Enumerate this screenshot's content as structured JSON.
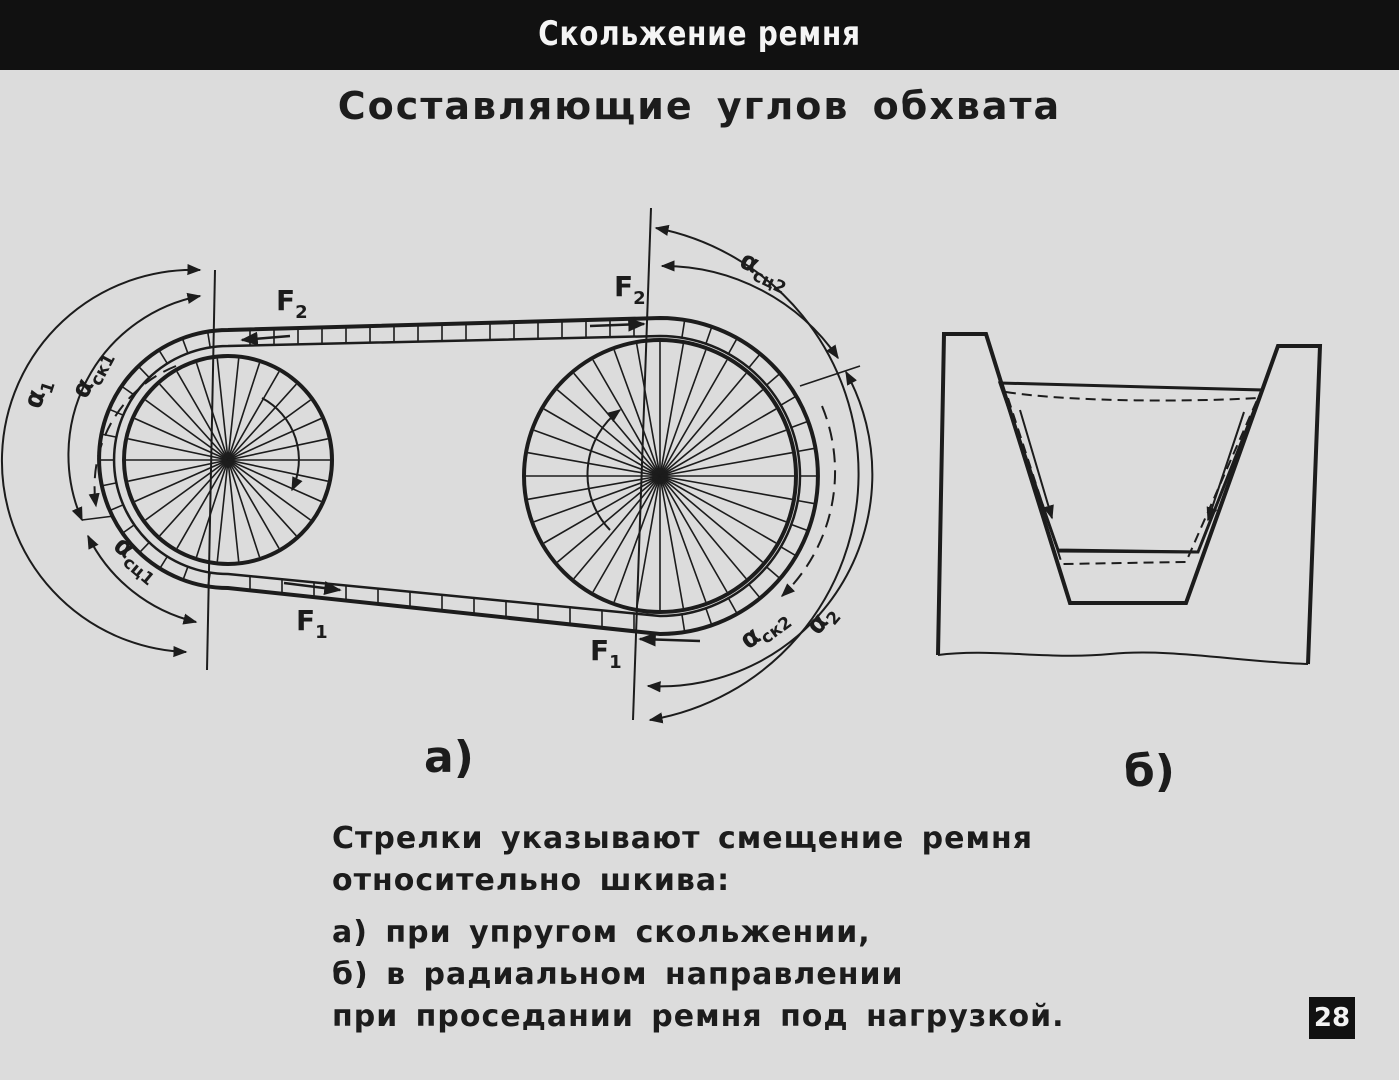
{
  "header": {
    "title": "Скольжение ремня"
  },
  "slide_title": "Составляющие углов обхвата",
  "diagram": {
    "label_F2_left": "F",
    "label_F2_left_sub": "2",
    "label_F2_right": "F",
    "label_F2_right_sub": "2",
    "label_F1_left": "F",
    "label_F1_left_sub": "1",
    "label_F1_right": "F",
    "label_F1_right_sub": "1",
    "label_alpha1": "α",
    "label_alpha1_sub": "1",
    "label_alpha_sk1": "α",
    "label_alpha_sk1_sub": "ск1",
    "label_alpha_sc1": "α",
    "label_alpha_sc1_sub": "сц1",
    "label_alpha_sc2": "α",
    "label_alpha_sc2_sub": "сц2",
    "label_alpha_sk2": "α",
    "label_alpha_sk2_sub": "ск2",
    "label_alpha2": "α",
    "label_alpha2_sub": "2"
  },
  "captions": {
    "a": "а)",
    "b": "б)"
  },
  "description": {
    "line1": "Стрелки указывают смещение ремня",
    "line2": "относительно шкива:",
    "line3": "а) при упругом скольжении,",
    "line4": "б) в радиальном направлении",
    "line5": "при проседании ремня под нагрузкой."
  },
  "page_number": "28"
}
